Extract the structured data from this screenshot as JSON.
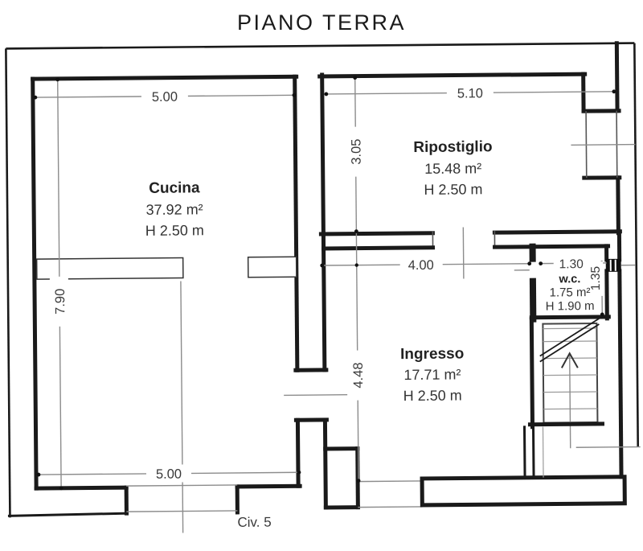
{
  "title": "PIANO TERRA",
  "rooms": {
    "cucina": {
      "name": "Cucina",
      "area": "37.92 m²",
      "height": "H 2.50 m"
    },
    "ripostiglio": {
      "name": "Ripostiglio",
      "area": "15.48 m²",
      "height": "H 2.50 m"
    },
    "ingresso": {
      "name": "Ingresso",
      "area": "17.71 m²",
      "height": "H 2.50 m"
    },
    "wc": {
      "name": "w.c.",
      "area": "1.75 m²",
      "height": "H 1.90 m"
    }
  },
  "dimensions": {
    "cucina_width_top": "5.00",
    "cucina_height_left": "7.90",
    "cucina_width_bottom": "5.00",
    "ripostiglio_width": "5.10",
    "ripostiglio_height": "3.05",
    "ingresso_width": "4.00",
    "ingresso_height": "4.48",
    "wc_width": "1.30",
    "wc_height": "1.35"
  },
  "annotations": {
    "street_number": "Civ. 5"
  },
  "colors": {
    "wall": "#1a1a1a",
    "dimension_line": "#8c8c8c",
    "text": "#3a3a3a"
  }
}
